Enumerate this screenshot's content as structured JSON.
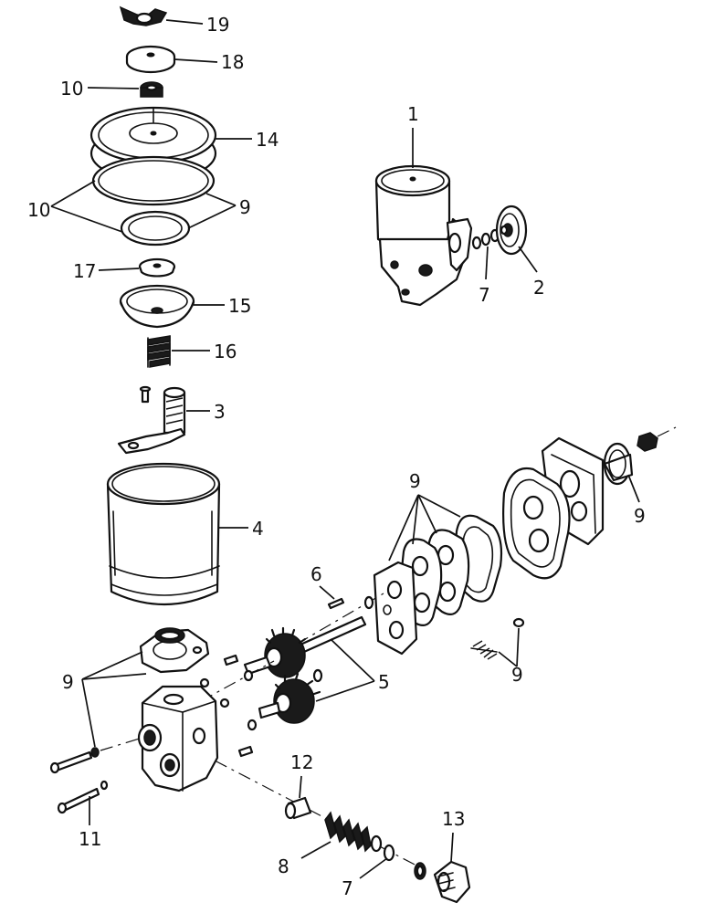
{
  "callouts": {
    "c19": "19",
    "c18": "18",
    "c10_top": "10",
    "c14": "14",
    "c10_mid": "10",
    "c9_mid": "9",
    "c17": "17",
    "c15": "15",
    "c16": "16",
    "c3": "3",
    "c4": "4",
    "c1": "1",
    "c7_top": "7",
    "c2": "2",
    "c9_gaskets": "9",
    "c9_seal": "9",
    "c6": "6",
    "c9_spring": "9",
    "c5": "5",
    "c9_base": "9",
    "c11": "11",
    "c12": "12",
    "c8": "8",
    "c13": "13",
    "c7_bottom": "7"
  }
}
